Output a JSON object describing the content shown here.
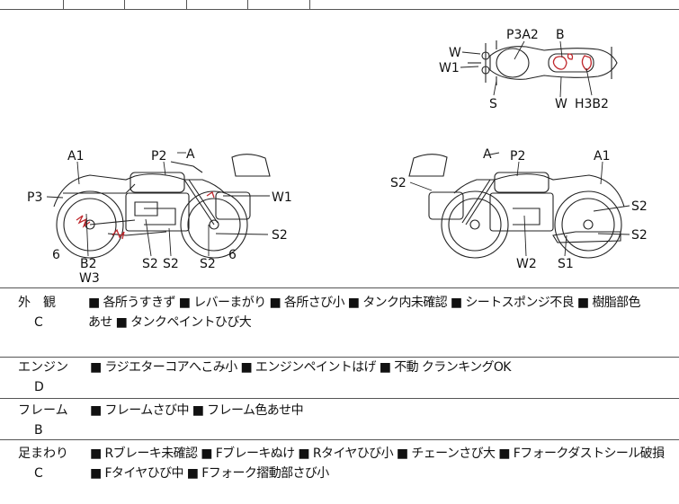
{
  "diagram": {
    "top_view_labels": [
      "W",
      "W1",
      "P3A2",
      "B",
      "S",
      "W",
      "H3B2"
    ],
    "left_side_labels": [
      "A1",
      "P2",
      "A",
      "P3",
      "W1",
      "6",
      "B2",
      "W3",
      "S2",
      "S2",
      "S2",
      "6",
      "S2"
    ],
    "right_side_labels": [
      "A",
      "P2",
      "A1",
      "S2",
      "S2",
      "S2",
      "W2",
      "S1"
    ]
  },
  "sections": [
    {
      "name": "外　観",
      "grade": "C",
      "lines": [
        "■ 各所うすきず ■ レバーまがり ■ 各所さび小 ■ タンク内未確認 ■ シートスポンジ不良 ■ 樹脂部色",
        "あせ ■ タンクペイントひび大"
      ]
    },
    {
      "name": "エンジン",
      "grade": "D",
      "lines": [
        "■ ラジエターコアへこみ小 ■ エンジンペイントはげ ■ 不動 クランキングOK"
      ]
    },
    {
      "name": "フレーム",
      "grade": "B",
      "lines": [
        "■ フレームさび中 ■ フレーム色あせ中"
      ]
    },
    {
      "name": "足まわり",
      "grade": "C",
      "lines": [
        "■ Rブレーキ未確認 ■ Fブレーキぬけ ■ Rタイヤひび小 ■ チェーンさび大 ■ Fフォークダストシール破損",
        "■ Fタイヤひび中 ■ Fフォーク摺動部さび小"
      ]
    }
  ]
}
